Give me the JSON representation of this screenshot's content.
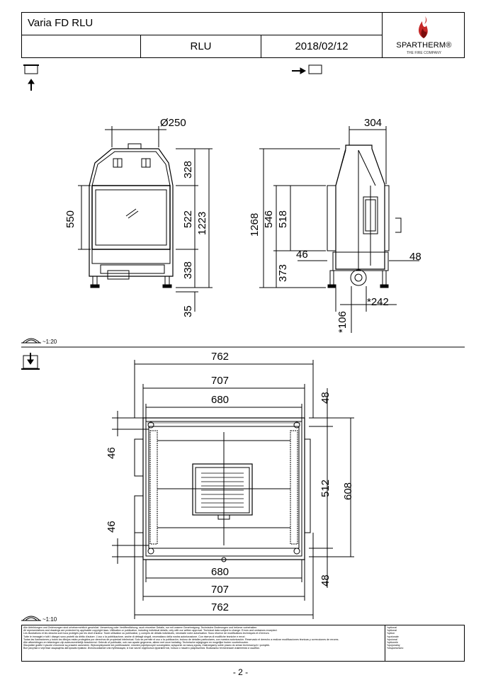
{
  "title_block": {
    "title": "Varia FD RLU",
    "variant": "RLU",
    "date": "2018/02/12",
    "brand": "SPARTHERM®",
    "tagline": "THE FIRE COMPANY"
  },
  "front_view": {
    "dims": {
      "flue": "Ø250",
      "d328": "328",
      "d550": "550",
      "d522": "522",
      "d1223": "1223",
      "d338": "338",
      "d35": "35"
    }
  },
  "side_view": {
    "dims": {
      "d304": "304",
      "d1268": "1268",
      "d546": "546",
      "d518": "518",
      "d46": "46",
      "d48": "48",
      "d373": "373",
      "d106": "*106",
      "d242": "*242"
    }
  },
  "scale_top": "~1:20",
  "top_view": {
    "dims": {
      "t762": "762",
      "t707": "707",
      "t680": "680",
      "t48a": "48",
      "t46a": "46",
      "t512": "512",
      "t608": "608",
      "t46b": "46",
      "b680": "680",
      "b707": "707",
      "b762": "762",
      "t48b": "48"
    }
  },
  "scale_bottom": "~1:10",
  "disclaimer": {
    "lines": [
      "Alle Abbildungen und Zeichnungen sind urheberrechtlich geschützt. Verwertung oder Veröffentlichung, auch einzelner Details, nur mit unserer Genehmigung. Technische Änderungen und Irrtümer vorbehalten.",
      "All representations and drawings are protected by applicable copyright laws. Utilisation or publication, including individual details, only with our written approval. Technical data subject to change. Errors and omissions excepted.",
      "Les illustrations et les dessins sont tous protégés par les droit d'auteur. Toute utilisation ou publication, y compris de détails individuels, nécessite notre autorisation. Sous réserve de modifications techniques et d'erreurs.",
      "Tutte le immagini e tutti i disegni sono protetti da diritto d'autore. L'uso o la pubblicazione, anche di dettagli singoli, necessitano della nostra autorizzazione. Con riserva di modifiche tecniche e errori.",
      "Todas las ilustraciones y todos los dibujos están protegidos por derechos de propiedad intelectual. Solo se permite el uso o la publicación, incluso de detalles particulares, con nuestra autorización. Reservado el derecho a realizar modificaciones técnicas y correcciones de errores.",
      "Alle afbeeldingen en tekeningen zijn auteursrechtelijk beschermd. Gebruik of publicatie, ook van aparte gegevens, alleen met onze toelating. Technische wijzigingen en mogelijke fouten voorbehouden.",
      "Wszystkie grafiki i rysunki chronione są prawem autorskim. Wykorzystywanie lub publikowanie, również pojedynczych szczegółów, wyłącznie za naszą zgodą. Zastrzegamy sobie prawo do zmian technicznych i pomyłek.",
      "Все рисунки и чертежи защищены авторским правом. Использование или публикация, в том числе отдельных фрагментов, только с нашего разрешения. Возможны технические изменения и ошибки."
    ],
    "optional": [
      "*optional",
      "*optional",
      "*option",
      "*opzionale",
      "*opcional",
      "*optionele",
      "*opcjonalny",
      "*опционально"
    ]
  },
  "page_number": "- 2 -",
  "colors": {
    "accent": "#c62828",
    "line": "#000000"
  }
}
